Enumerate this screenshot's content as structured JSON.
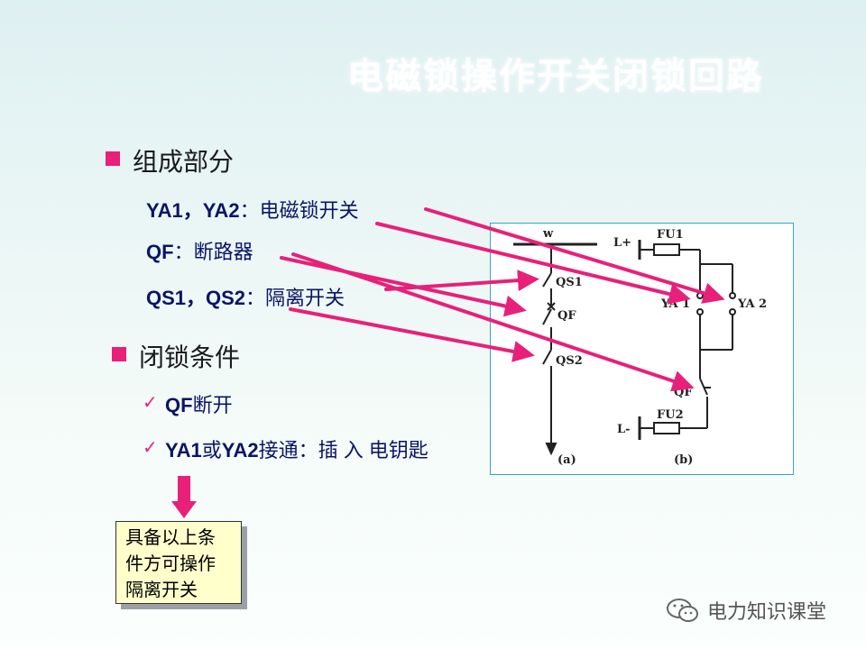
{
  "slide": {
    "title": "电磁锁操作开关闭锁回路"
  },
  "sections": {
    "composition": {
      "heading": "组成部分",
      "items": [
        {
          "en": "YA1，YA2",
          "zh": "：电磁锁开关"
        },
        {
          "en": "QF",
          "zh": "：断路器"
        },
        {
          "en": "QS1，QS2",
          "zh": "：隔离开关"
        }
      ]
    },
    "interlock": {
      "heading": "闭锁条件",
      "items": [
        {
          "en": "QF",
          "zh": "断开"
        },
        {
          "en": "YA1",
          "zh": "或",
          "en2": "YA2",
          "zh2": "接通：插 入 电钥匙"
        }
      ]
    }
  },
  "note": {
    "lines": [
      "具备以上条",
      "件方可操作",
      "隔离开关"
    ]
  },
  "circuit": {
    "labels": {
      "w": "w",
      "qs1": "QS1",
      "qf_a": "QF",
      "qs2": "QS2",
      "a": "(a)",
      "l_plus": "L+",
      "fu1": "FU1",
      "ya1": "YA 1",
      "ya2": "YA 2",
      "qf_b": "QF",
      "l_minus": "L-",
      "fu2": "FU2",
      "b": "(b)"
    }
  },
  "watermark": {
    "text": "电力知识课堂",
    "icon": "wechat-icon"
  },
  "colors": {
    "accent": "#e8207a",
    "text_blue": "#0b1466",
    "note_bg": "#ffffcc",
    "frame": "#35a9b8"
  }
}
